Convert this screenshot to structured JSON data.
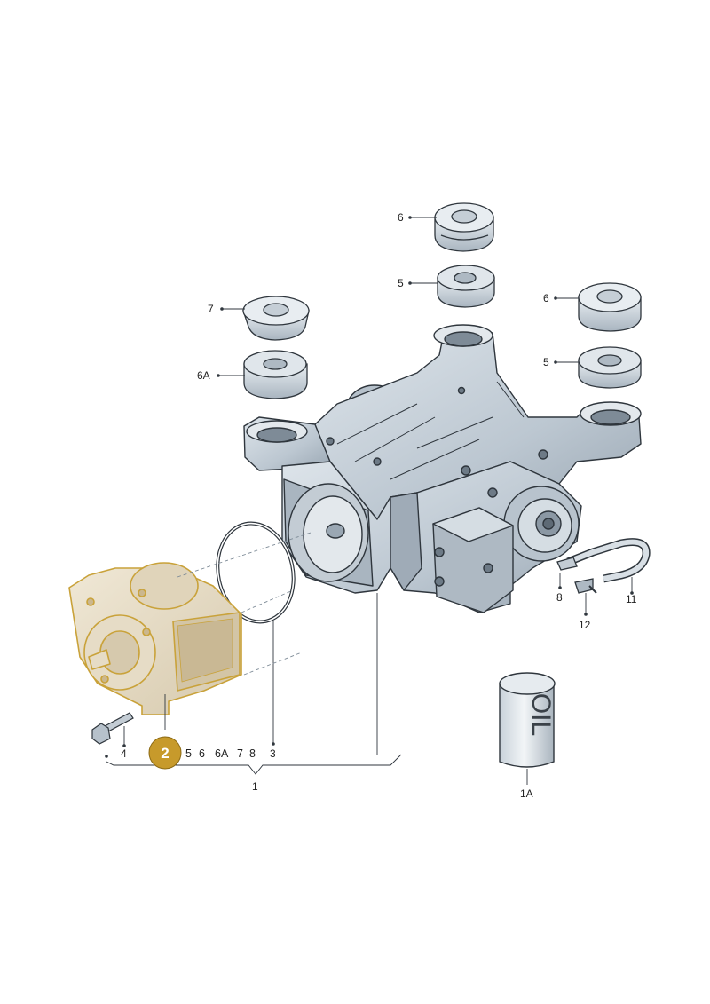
{
  "diagram": {
    "highlight_badge": "2",
    "callouts": {
      "c6_top": "6",
      "c5_top": "5",
      "c7": "7",
      "c6a_left": "6A",
      "c6_right": "6",
      "c5_right": "5",
      "c8": "8",
      "c11": "11",
      "c12": "12",
      "c4": "4",
      "c3": "3",
      "c1": "1",
      "c1a": "1A"
    },
    "bottom_row": [
      "5",
      "6",
      "6A",
      "7",
      "8"
    ],
    "oil_can_text": "OIL",
    "colors": {
      "housing": "#c4cfd8",
      "housing_dark": "#8f9ca8",
      "outline": "#2f363d",
      "highlight_fill": "#e6dcc6",
      "highlight_outline": "#c9a23a",
      "badge": "#c79a2b"
    }
  }
}
